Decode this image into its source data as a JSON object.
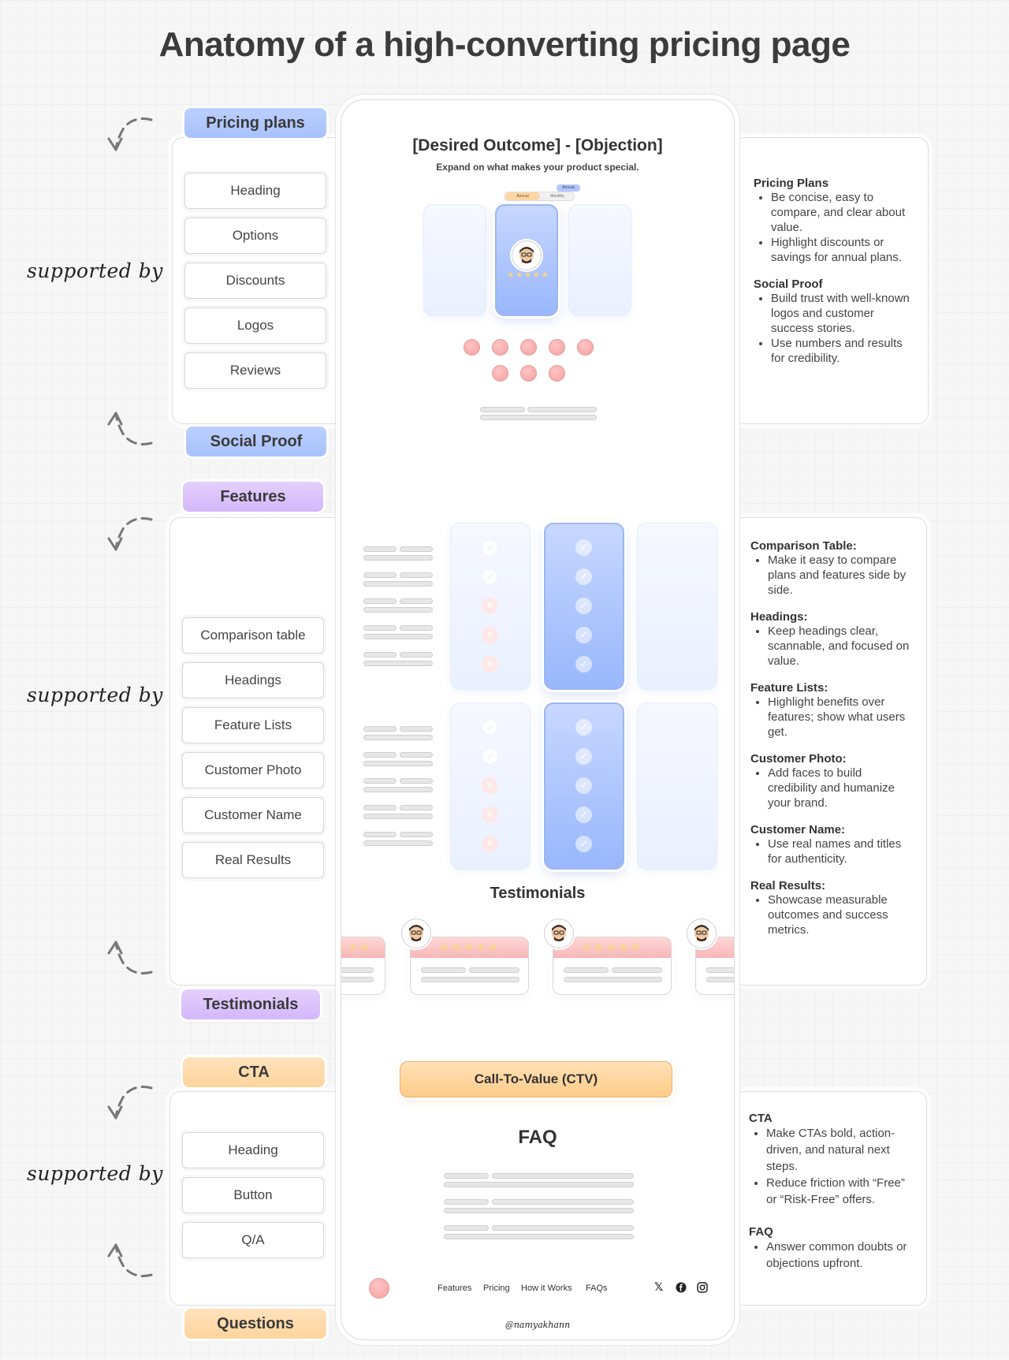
{
  "title": "Anatomy of a high-converting pricing page",
  "supported_by": "supported by",
  "sections": [
    {
      "top_tab": "Pricing plans",
      "bottom_tab": "Social Proof",
      "items": [
        "Heading",
        "Options",
        "Discounts",
        "Logos",
        "Reviews"
      ]
    },
    {
      "top_tab": "Features",
      "bottom_tab": "Testimonials",
      "items": [
        "Comparison table",
        "Headings",
        "Feature Lists",
        "Customer Photo",
        "Customer Name",
        "Real Results"
      ]
    },
    {
      "top_tab": "CTA",
      "bottom_tab": "Questions",
      "items": [
        "Heading",
        "Button",
        "Q/A"
      ]
    }
  ],
  "notes": [
    [
      {
        "heading": "Pricing Plans",
        "bullets": [
          "Be concise, easy to compare, and clear about value.",
          "Highlight discounts or savings for annual plans."
        ]
      },
      {
        "heading": "Social Proof",
        "bullets": [
          "Build trust with well-known logos and customer success stories.",
          "Use numbers and results for credibility."
        ]
      }
    ],
    [
      {
        "heading": "Comparison Table:",
        "bullets": [
          "Make it easy to compare plans and features side by side."
        ]
      },
      {
        "heading": "Headings:",
        "bullets": [
          "Keep headings clear, scannable, and focused on value."
        ]
      },
      {
        "heading": "Feature Lists:",
        "bullets": [
          "Highlight benefits over features; show what users get."
        ]
      },
      {
        "heading": "Customer Photo:",
        "bullets": [
          "Add faces to build credibility and humanize your brand."
        ]
      },
      {
        "heading": "Customer Name:",
        "bullets": [
          "Use real names and titles for authenticity."
        ]
      },
      {
        "heading": "Real Results:",
        "bullets": [
          "Showcase measurable outcomes and success metrics."
        ]
      }
    ],
    [
      {
        "heading": "CTA",
        "bullets": [
          "Make CTAs bold, action-driven, and natural next steps.",
          "Reduce friction with “Free” or “Risk-Free” offers."
        ]
      },
      {
        "heading": "FAQ",
        "bullets": [
          "Answer common doubts or objections upfront."
        ]
      }
    ]
  ],
  "mock": {
    "headline": "[Desired Outcome] - [Objection]",
    "subheadline": "Expand on what makes your product special.",
    "toggle_annual": "Annual",
    "toggle_monthly": "Monthly",
    "toggle_badge": "Annual",
    "stars": "★★★★★",
    "testimonials_heading": "Testimonials",
    "cta_button": "Call-To-Value (CTV)",
    "faq_heading": "FAQ",
    "footer_links": [
      "Features",
      "Pricing",
      "How it Works",
      "FAQs"
    ],
    "social_x": "𝕏",
    "signature": "@namyakhann"
  },
  "colors": {
    "blue_tab": "#b3c9fd",
    "purple_tab": "#dcc3fc",
    "orange_tab": "#ffd9a8",
    "pink_dot": "#f4a6a6"
  }
}
